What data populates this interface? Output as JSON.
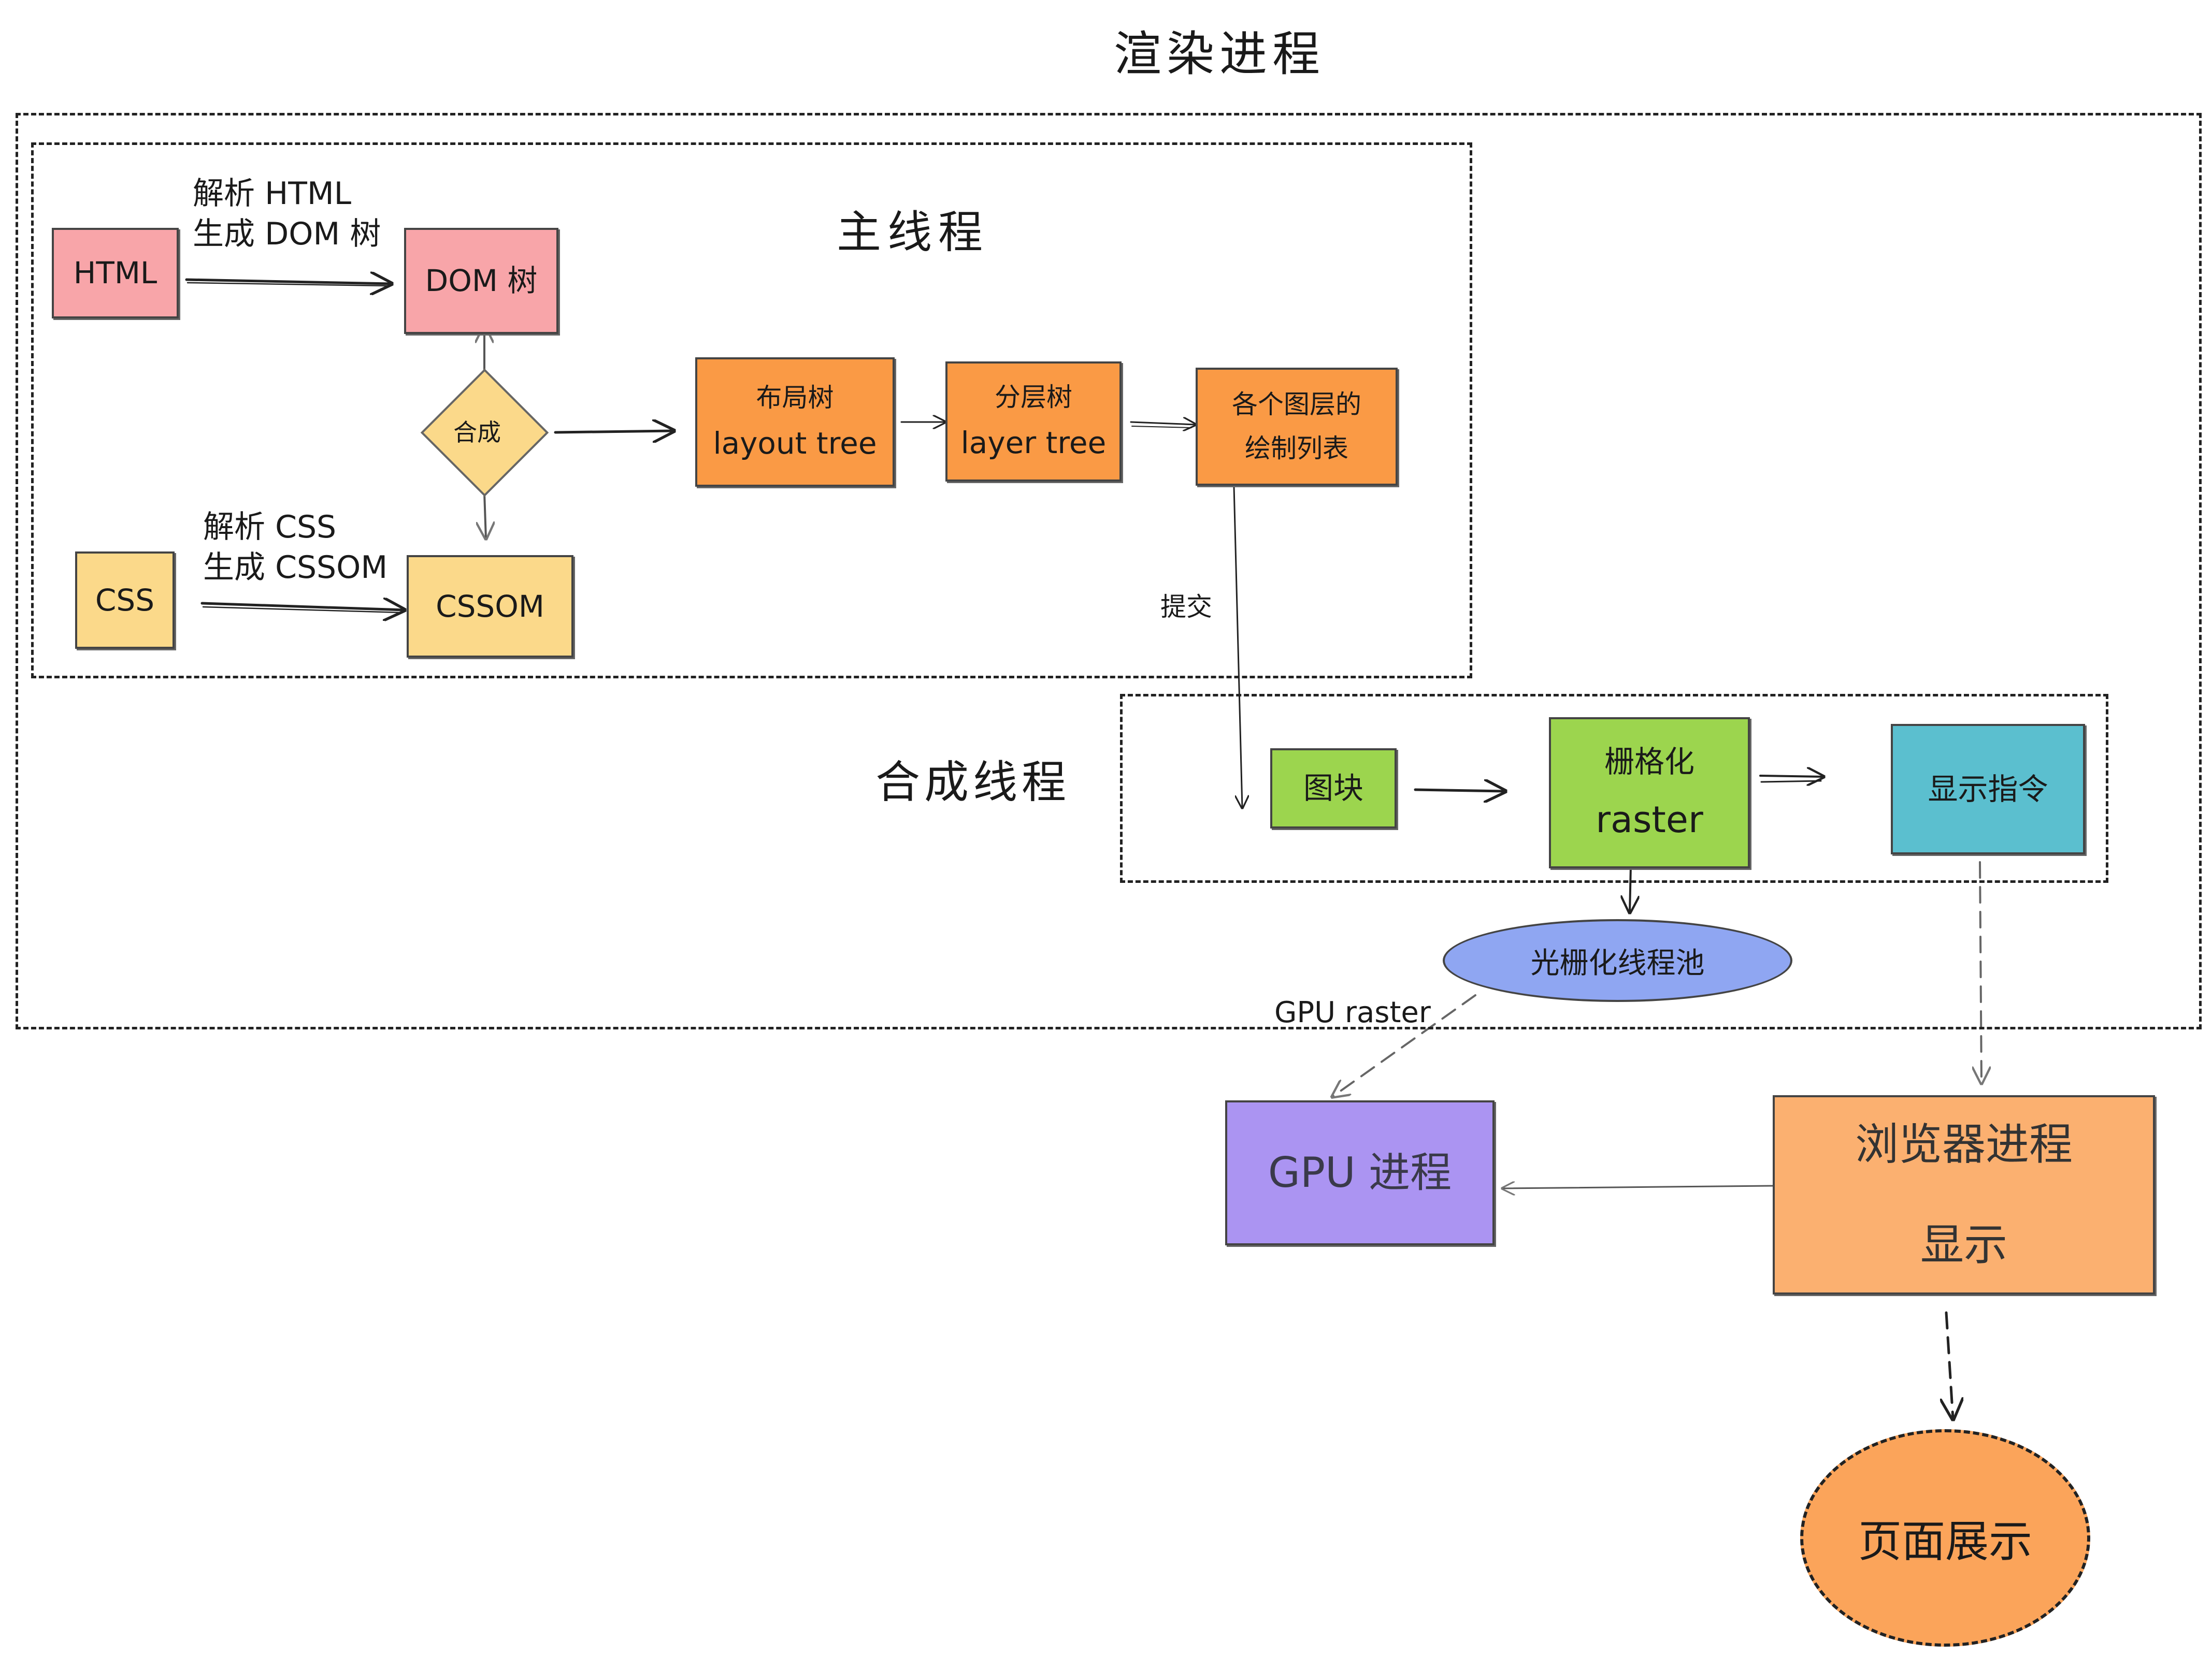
{
  "title": "渲染进程",
  "regions": {
    "main_thread": "主线程",
    "compositor_thread": "合成线程"
  },
  "nodes": {
    "html": "HTML",
    "dom_tree": "DOM 树",
    "css": "CSS",
    "cssom": "CSSOM",
    "combine": "合成",
    "layout_tree_cn": "布局树",
    "layout_tree_en": "layout tree",
    "layer_tree_cn": "分层树",
    "layer_tree_en": "layer tree",
    "paint_list_1": "各个图层的",
    "paint_list_2": "绘制列表",
    "tiles": "图块",
    "raster_cn": "栅格化",
    "raster_en": "raster",
    "draw_quad": "显示指令",
    "raster_pool": "光栅化线程池",
    "gpu_process": "GPU 进程",
    "browser_process_1": "浏览器进程",
    "browser_process_2": "显示",
    "page_display": "页面展示"
  },
  "edge_labels": {
    "parse_html_1": "解析 HTML",
    "parse_html_2": "生成 DOM 树",
    "parse_css_1": "解析 CSS",
    "parse_css_2": "生成 CSSOM",
    "commit": "提交",
    "gpu_raster": "GPU raster"
  },
  "colors": {
    "html_fill": "#f8a5a9",
    "css_fill": "#fbd98a",
    "orange_fill": "#fa9a45",
    "green_fill": "#9cd54e",
    "cyan_fill": "#5bbfcf",
    "pool_fill": "#8fa6f2",
    "gpu_fill": "#ab94f2",
    "browser_fill": "#fbb070",
    "page_fill": "#fba45a"
  }
}
